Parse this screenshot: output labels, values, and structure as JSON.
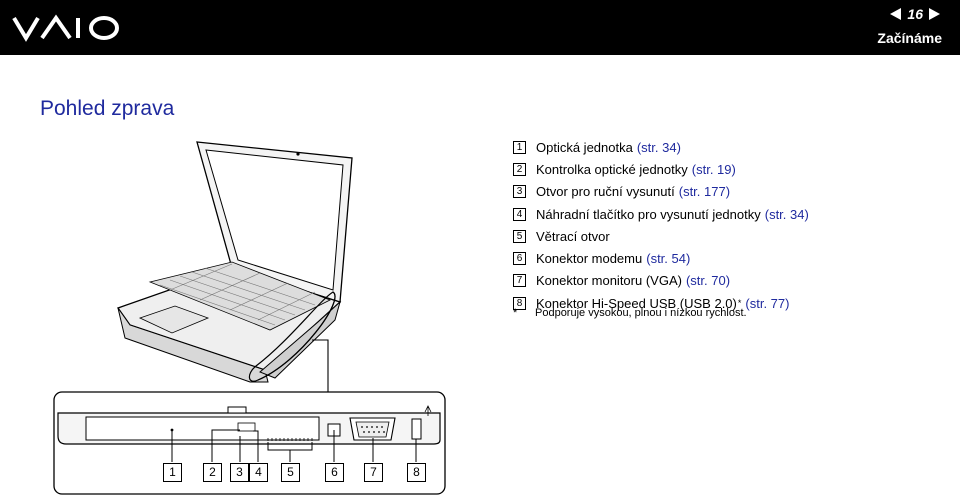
{
  "header": {
    "brand": "VAIO",
    "page_number": "16",
    "section": "Začínáme"
  },
  "page_title": "Pohled zprava",
  "items": [
    {
      "num": "1",
      "text": "Optická jednotka",
      "ref": "(str. 34)",
      "sup": ""
    },
    {
      "num": "2",
      "text": "Kontrolka optické jednotky",
      "ref": "(str. 19)",
      "sup": ""
    },
    {
      "num": "3",
      "text": "Otvor pro ruční vysunutí",
      "ref": "(str. 177)",
      "sup": ""
    },
    {
      "num": "4",
      "text": "Náhradní tlačítko pro vysunutí jednotky",
      "ref": "(str. 34)",
      "sup": ""
    },
    {
      "num": "5",
      "text": "Větrací otvor",
      "ref": "",
      "sup": ""
    },
    {
      "num": "6",
      "text": "Konektor modemu",
      "ref": "(str. 54)",
      "sup": ""
    },
    {
      "num": "7",
      "text": "Konektor monitoru (VGA)",
      "ref": "(str. 70)",
      "sup": ""
    },
    {
      "num": "8",
      "text": "Konektor Hi-Speed USB (USB 2.0)",
      "ref": "(str. 77)",
      "sup": "*"
    }
  ],
  "footnote": {
    "mark": "*",
    "text": "Podporuje vysokou, plnou i nízkou rychlost."
  },
  "callouts": [
    "1",
    "2",
    "3",
    "4",
    "5",
    "6",
    "7",
    "8"
  ]
}
